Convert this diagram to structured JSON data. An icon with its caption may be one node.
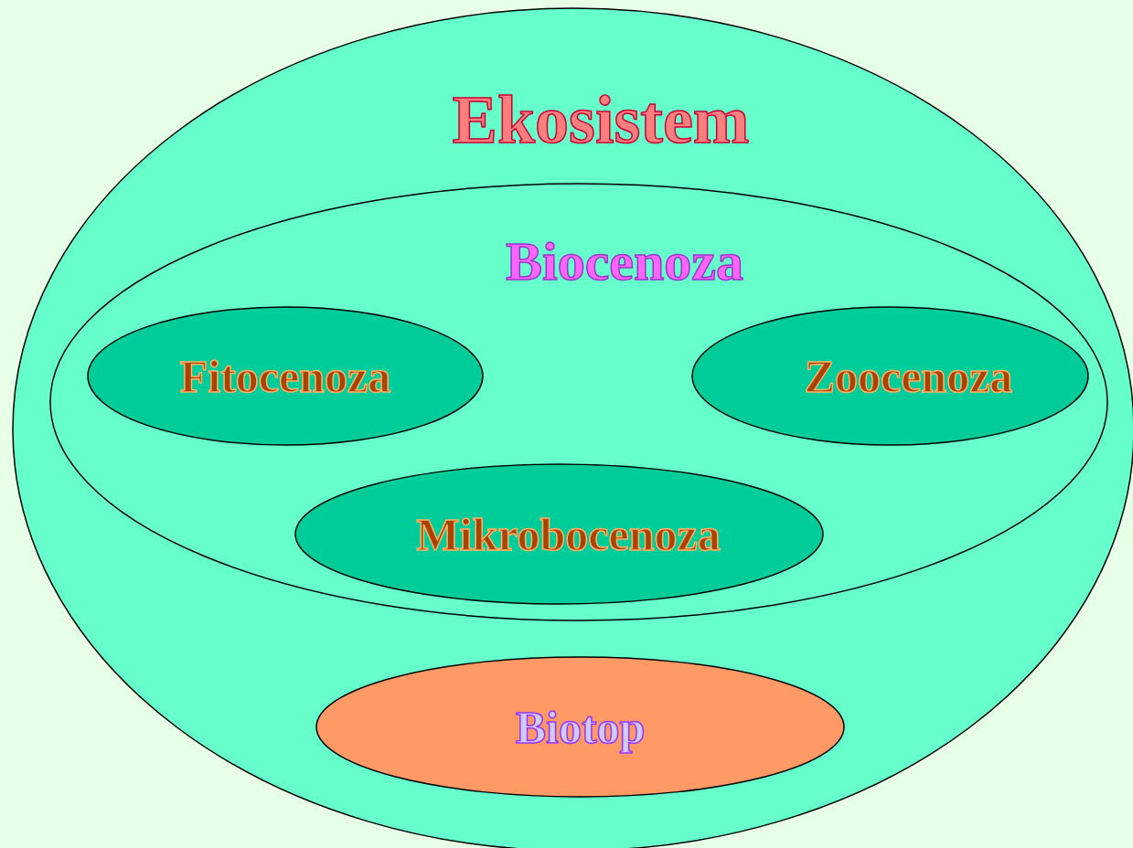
{
  "diagram": {
    "nodes": [
      {
        "text": [
          "Ekosistem"
        ]
      },
      {
        "text": [
          "Biocenoza"
        ],
        "in": 0
      },
      {
        "text": [
          "Fitocenoza"
        ],
        "in": 1
      },
      {
        "text": [
          "Zoocenoza"
        ],
        "in": 1
      },
      {
        "text": [
          "Mikrobocenoza"
        ],
        "in": 1
      },
      {
        "text": [
          "Biotop"
        ],
        "in": 0
      }
    ]
  }
}
